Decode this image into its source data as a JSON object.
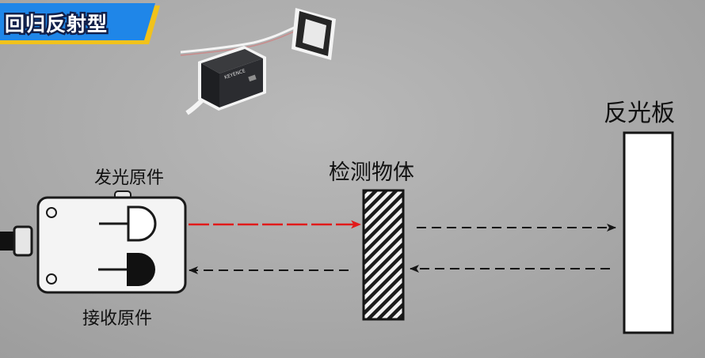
{
  "title": {
    "text": "回归反射型"
  },
  "labels": {
    "reflector": "反光板",
    "detected_object": "检测物体",
    "emitter": "发光原件",
    "receiver": "接收原件"
  },
  "photo": {
    "brand": "KEYENCE"
  },
  "colors": {
    "background": "#aaaaaa",
    "title_banner_blue": "#1f86e8",
    "title_banner_yellow": "#f1c21b",
    "emitted_beam": "#e11a1a",
    "return_beam": "#151515"
  }
}
